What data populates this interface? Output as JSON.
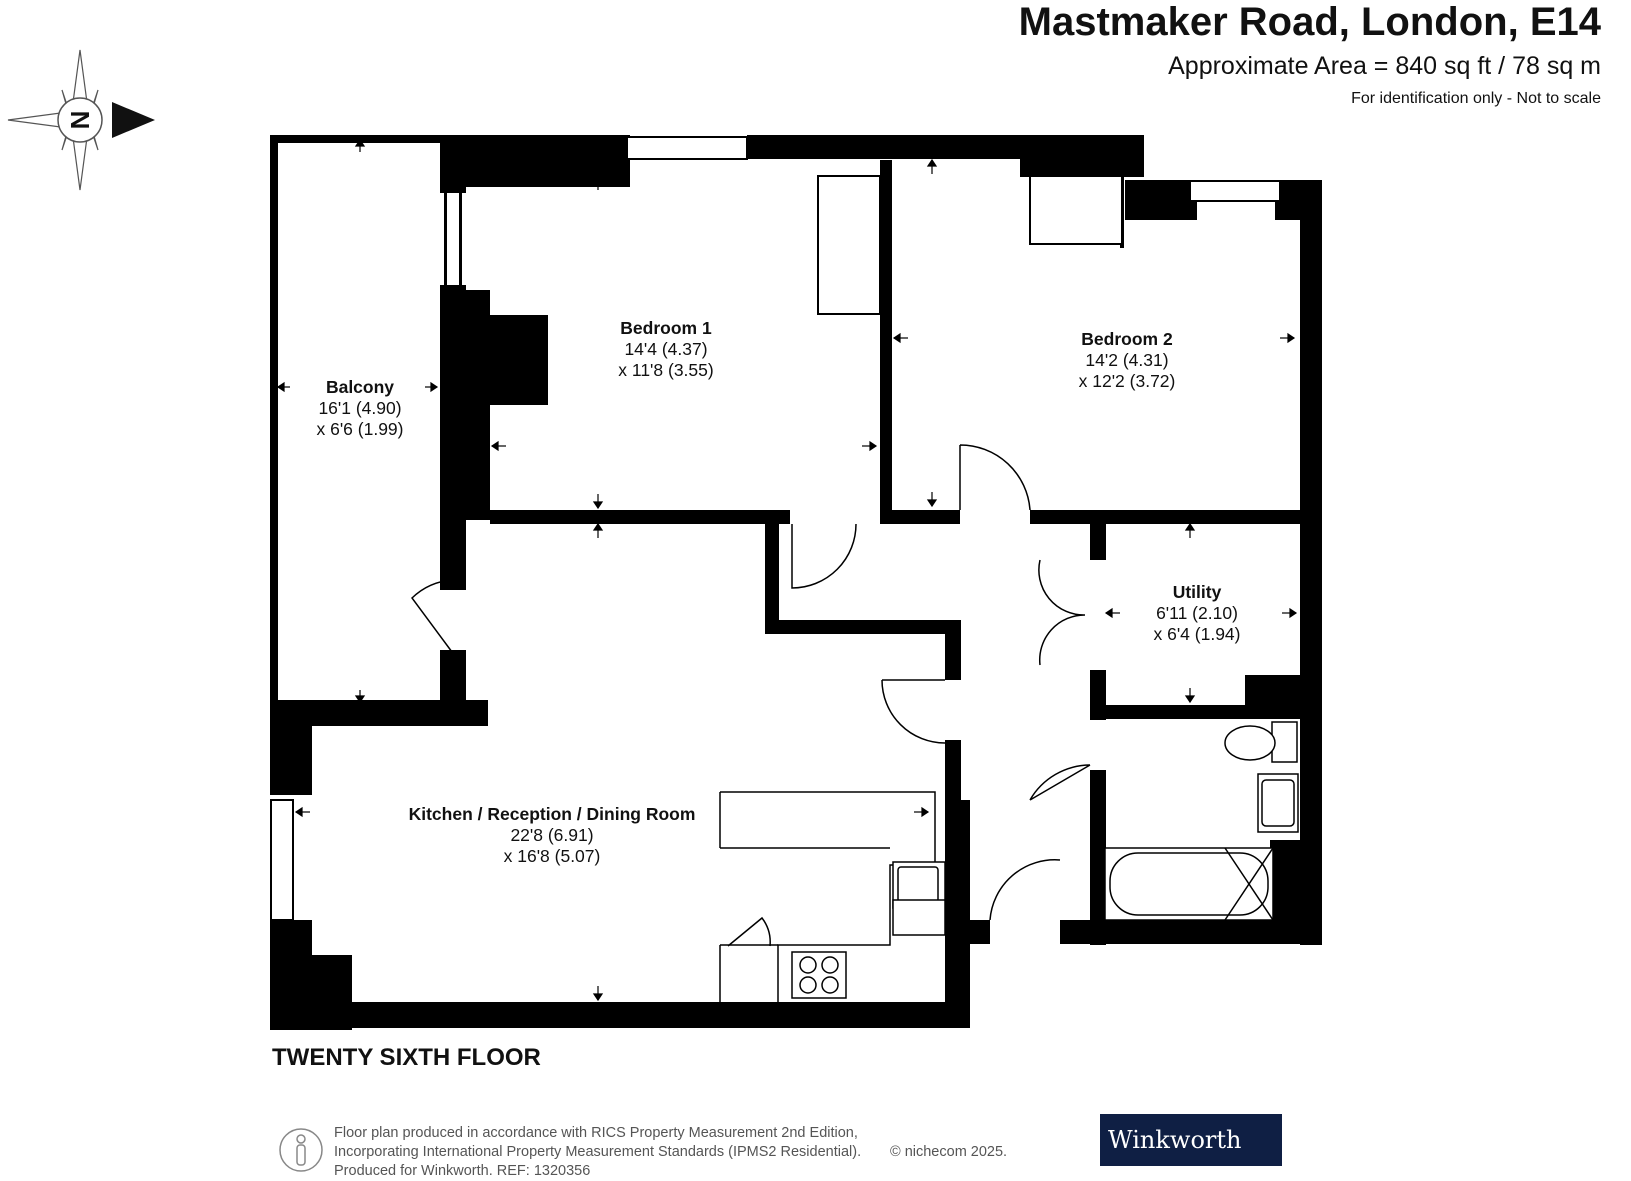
{
  "header": {
    "title": "Mastmaker Road, London, E14",
    "area": "Approximate Area = 840 sq ft / 78 sq m",
    "note": "For identification only - Not to scale"
  },
  "compass": {
    "letter": "N"
  },
  "rooms": [
    {
      "name": "Balcony",
      "dim1": "16'1 (4.90)",
      "dim2": "x 6'6 (1.99)"
    },
    {
      "name": "Bedroom 1",
      "dim1": "14'4 (4.37)",
      "dim2": "x 11'8 (3.55)"
    },
    {
      "name": "Bedroom 2",
      "dim1": "14'2 (4.31)",
      "dim2": "x 12'2 (3.72)"
    },
    {
      "name": "Utility",
      "dim1": "6'11 (2.10)",
      "dim2": "x 6'4 (1.94)"
    },
    {
      "name": "Kitchen / Reception / Dining Room",
      "dim1": "22'8 (6.91)",
      "dim2": "x 16'8 (5.07)"
    }
  ],
  "floor": "TWENTY SIXTH FLOOR",
  "footer": {
    "line1": "Floor plan produced in accordance with RICS Property Measurement 2nd Edition,",
    "line2": "Incorporating International Property Measurement Standards (IPMS2 Residential).",
    "line3": "Produced for Winkworth.    REF: 1320356",
    "copyright": "© nichecom 2025.",
    "brand": "Winkworth"
  },
  "colors": {
    "wall": "#000000",
    "logo_bg": "#0f1f44",
    "paper": "#ffffff",
    "compass": "#555555"
  }
}
